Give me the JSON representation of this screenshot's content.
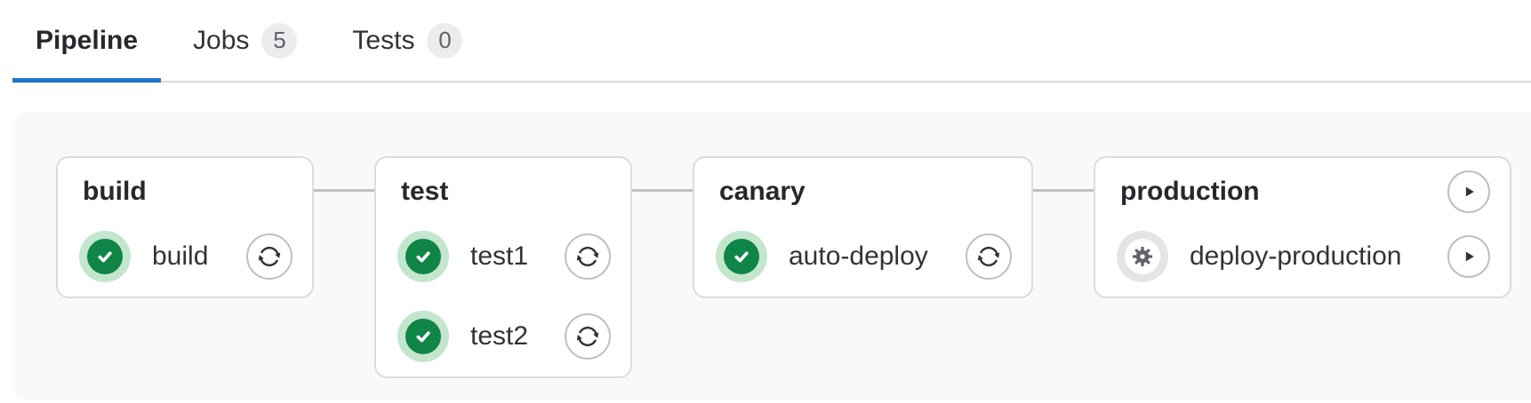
{
  "tabs": {
    "pipeline": {
      "label": "Pipeline",
      "active": true
    },
    "jobs": {
      "label": "Jobs",
      "badge": "5"
    },
    "tests": {
      "label": "Tests",
      "badge": "0"
    }
  },
  "pipeline": {
    "stages": [
      {
        "name": "build",
        "jobs": [
          {
            "name": "build",
            "status": "success",
            "action": "retry"
          }
        ]
      },
      {
        "name": "test",
        "jobs": [
          {
            "name": "test1",
            "status": "success",
            "action": "retry"
          },
          {
            "name": "test2",
            "status": "success",
            "action": "retry"
          }
        ]
      },
      {
        "name": "canary",
        "jobs": [
          {
            "name": "auto-deploy",
            "status": "success",
            "action": "retry"
          }
        ]
      },
      {
        "name": "production",
        "stage_action": "play",
        "jobs": [
          {
            "name": "deploy-production",
            "status": "manual",
            "action": "play"
          }
        ]
      }
    ]
  },
  "colors": {
    "accent_blue": "#1f75cb",
    "success_green": "#108548",
    "success_halo": "#c3e6cd",
    "manual_halo": "#e4e4e7",
    "manual_gear": "#626168",
    "panel_bg": "#f9f9fb",
    "card_border": "#dcdcde",
    "connector_gray": "#bfbfc3"
  },
  "icons": {
    "success": "check-circle-icon",
    "manual": "gear-circle-icon",
    "retry": "retry-icon",
    "play": "play-icon"
  }
}
